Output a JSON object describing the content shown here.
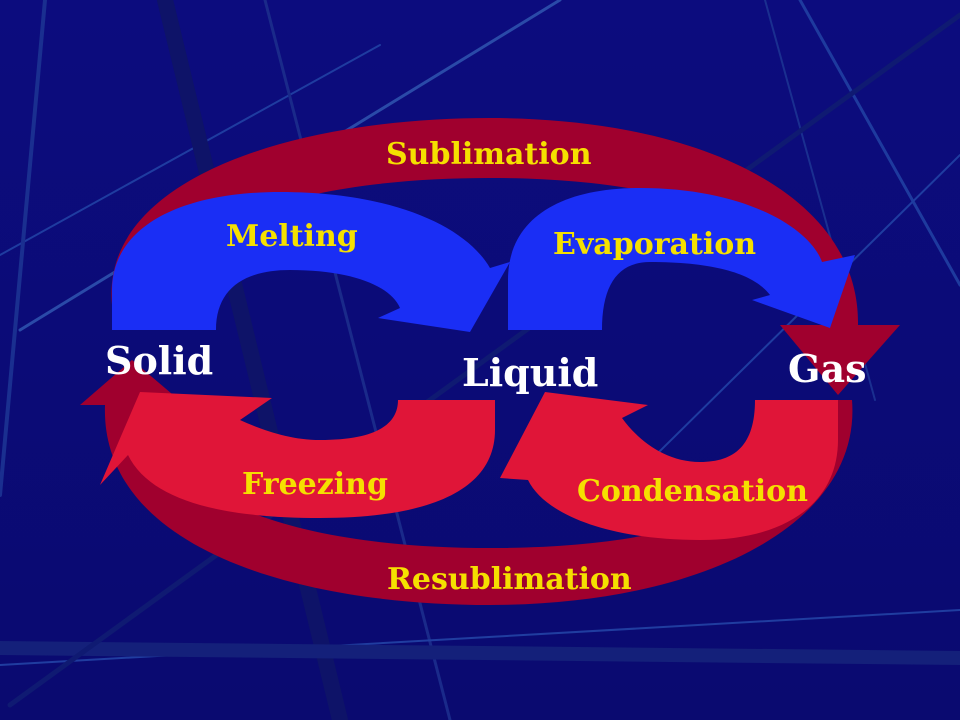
{
  "diagram": {
    "states": {
      "solid": "Solid",
      "liquid": "Liquid",
      "gas": "Gas"
    },
    "processes": {
      "sublimation": "Sublimation",
      "melting": "Melting",
      "evaporation": "Evaporation",
      "freezing": "Freezing",
      "condensation": "Condensation",
      "resublimation": "Resublimation"
    },
    "colors": {
      "background": "#0a0a7a",
      "outer_arrow": "#a0002e",
      "inner_red_arrow": "#e01538",
      "blue_arrow": "#1a2ef5",
      "process_text": "#f5e000",
      "state_text": "#ffffff"
    }
  }
}
